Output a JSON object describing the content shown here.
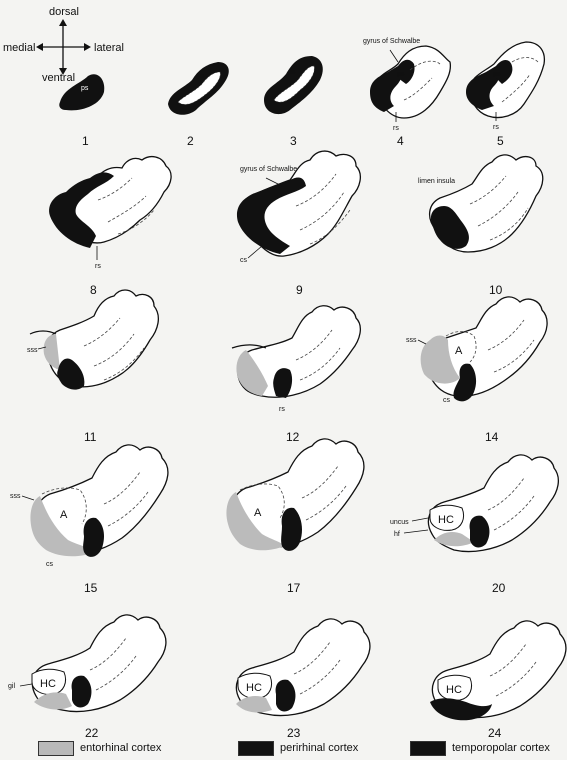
{
  "orientation": {
    "dorsal": "dorsal",
    "ventral": "ventral",
    "medial": "medial",
    "lateral": "lateral"
  },
  "sections": [
    {
      "number": "1"
    },
    {
      "number": "2"
    },
    {
      "number": "3"
    },
    {
      "number": "4"
    },
    {
      "number": "5"
    },
    {
      "number": "8"
    },
    {
      "number": "9"
    },
    {
      "number": "10"
    },
    {
      "number": "11"
    },
    {
      "number": "12"
    },
    {
      "number": "14"
    },
    {
      "number": "15"
    },
    {
      "number": "17"
    },
    {
      "number": "20"
    },
    {
      "number": "22"
    },
    {
      "number": "23"
    },
    {
      "number": "24"
    }
  ],
  "annotations": {
    "ps": "ps",
    "gyrus_of_schwalbe": "gyrus of Schwalbe",
    "rs": "rs",
    "cs": "cs",
    "limen_insula": "limen insula",
    "sss": "sss",
    "A": "A",
    "HC": "HC",
    "uncus": "uncus",
    "hf": "hf",
    "gil": "gil"
  },
  "legend": [
    {
      "label": "entorhinal cortex",
      "color": "#b9b9b9"
    },
    {
      "label": "perirhinal cortex",
      "color": "#111111"
    },
    {
      "label": "temporopolar cortex",
      "color": "#111111"
    }
  ]
}
